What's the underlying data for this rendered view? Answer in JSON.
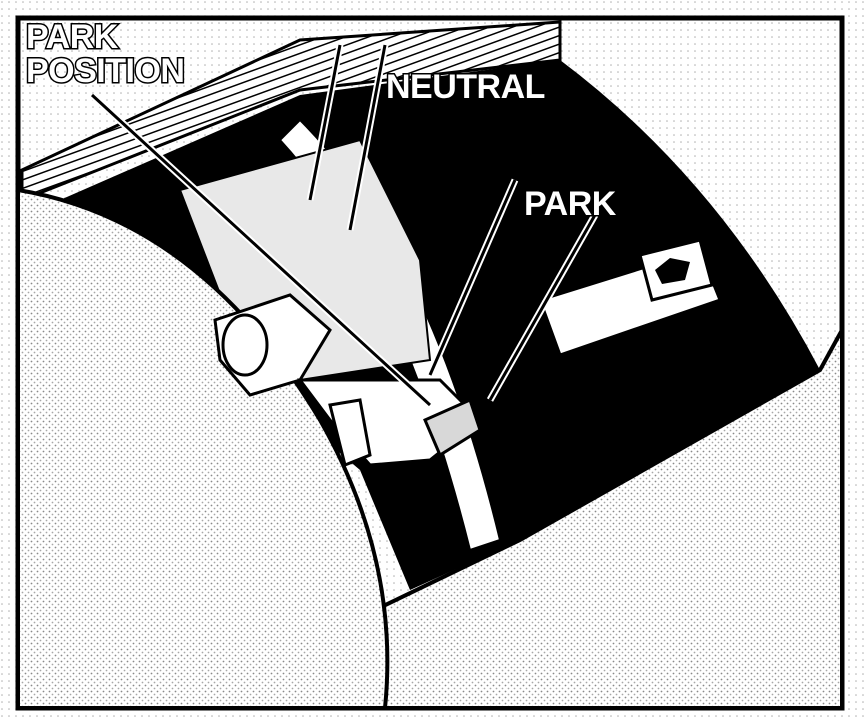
{
  "diagram": {
    "labels": {
      "park_position": [
        "PARK",
        "POSITION"
      ],
      "neutral": "NEUTRAL",
      "park": "PARK"
    },
    "colors": {
      "ink": "#000000",
      "paper": "#ffffff",
      "stipple": "#9a9a9a"
    }
  }
}
